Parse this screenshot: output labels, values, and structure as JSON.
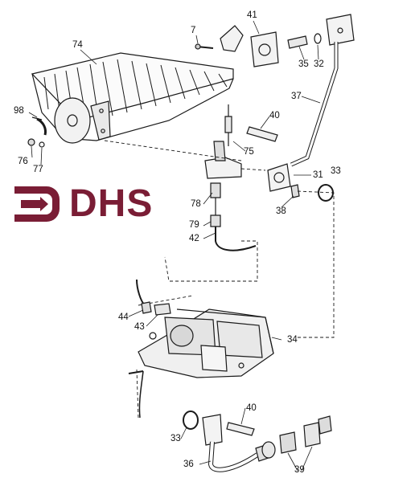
{
  "logo": {
    "text": "DHS",
    "color": "#7a1d35"
  },
  "callouts": {
    "c7": "7",
    "c41": "41",
    "c35": "35",
    "c32": "32",
    "c74": "74",
    "c98": "98",
    "c76": "76",
    "c77": "77",
    "c40a": "40",
    "c75": "75",
    "c37": "37",
    "c31": "31",
    "c33a": "33",
    "c78": "78",
    "c38": "38",
    "c79": "79",
    "c42": "42",
    "c44": "44",
    "c43": "43",
    "c34": "34",
    "c40b": "40",
    "c33b": "33",
    "c36": "36",
    "c39": "39"
  }
}
